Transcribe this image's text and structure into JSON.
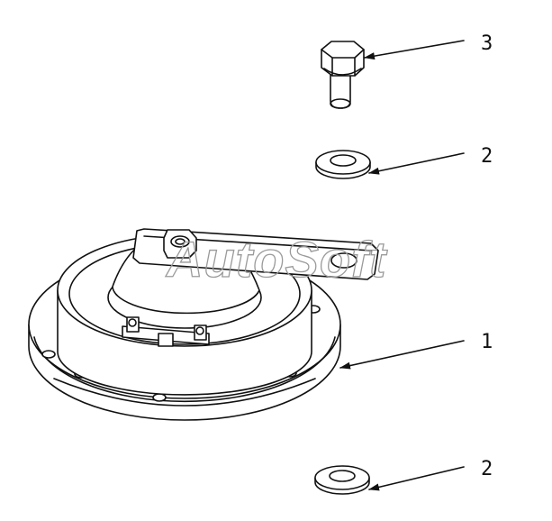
{
  "watermark": "AutoSoft",
  "callouts": [
    {
      "id": "bolt",
      "label": "3"
    },
    {
      "id": "washer-top",
      "label": "2"
    },
    {
      "id": "horn",
      "label": "1"
    },
    {
      "id": "washer-bottom",
      "label": "2"
    }
  ]
}
